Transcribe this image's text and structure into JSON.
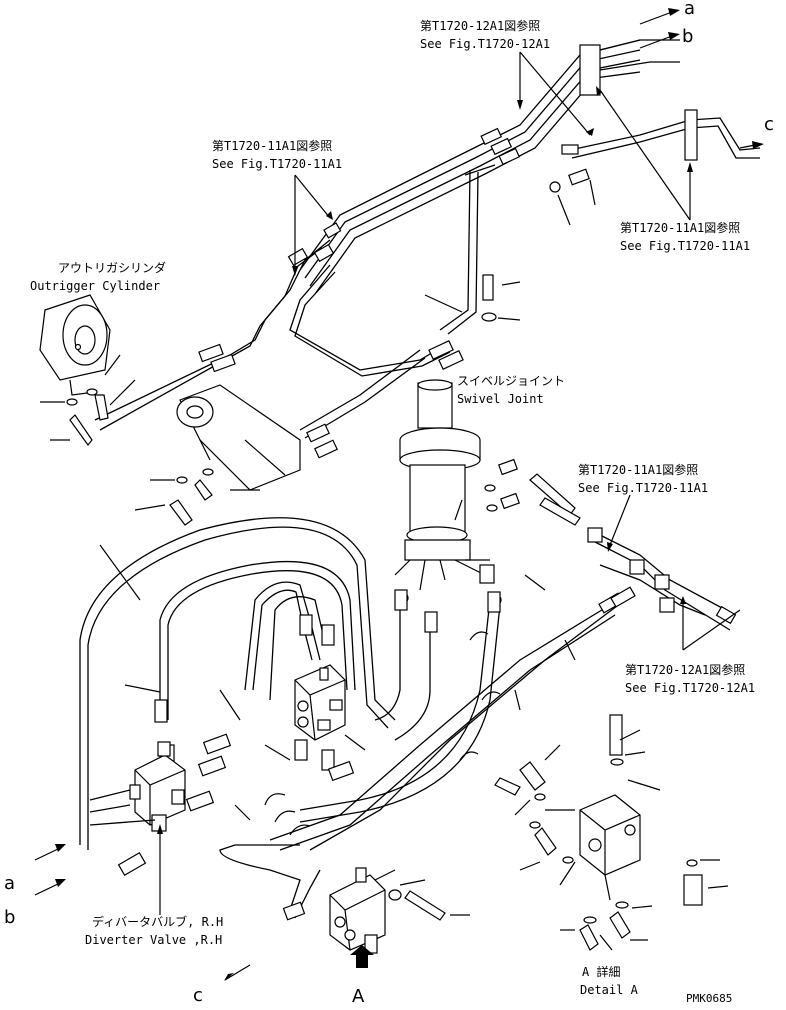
{
  "labels": {
    "ref_t1720_12a1_top_jp": "第T1720-12A1図参照",
    "ref_t1720_12a1_top_en": "See Fig.T1720-12A1",
    "ref_t1720_11a1_left_jp": "第T1720-11A1図参照",
    "ref_t1720_11a1_left_en": "See Fig.T1720-11A1",
    "ref_t1720_11a1_right_jp": "第T1720-11A1図参照",
    "ref_t1720_11a1_right_en": "See Fig.T1720-11A1",
    "ref_t1720_11a1_mid_jp": "第T1720-11A1図参照",
    "ref_t1720_11a1_mid_en": "See Fig.T1720-11A1",
    "ref_t1720_12a1_mid_jp": "第T1720-12A1図参照",
    "ref_t1720_12a1_mid_en": "See Fig.T1720-12A1",
    "outrigger_jp": "アウトリガシリンダ",
    "outrigger_en": "Outrigger Cylinder",
    "swivel_jp": "スイベルジョイント",
    "swivel_en": "Swivel Joint",
    "diverter_jp": "ディバータバルブ, R.H",
    "diverter_en": "Diverter Valve ,R.H",
    "detail_jp": "A 詳細",
    "detail_en": "Detail A",
    "letter_a_top": "a",
    "letter_b_top": "b",
    "letter_c_top": "c",
    "letter_a_left": "a",
    "letter_b_left": "b",
    "letter_c_bottom": "c",
    "view_a": "A",
    "drawing_code": "PMK0685"
  }
}
